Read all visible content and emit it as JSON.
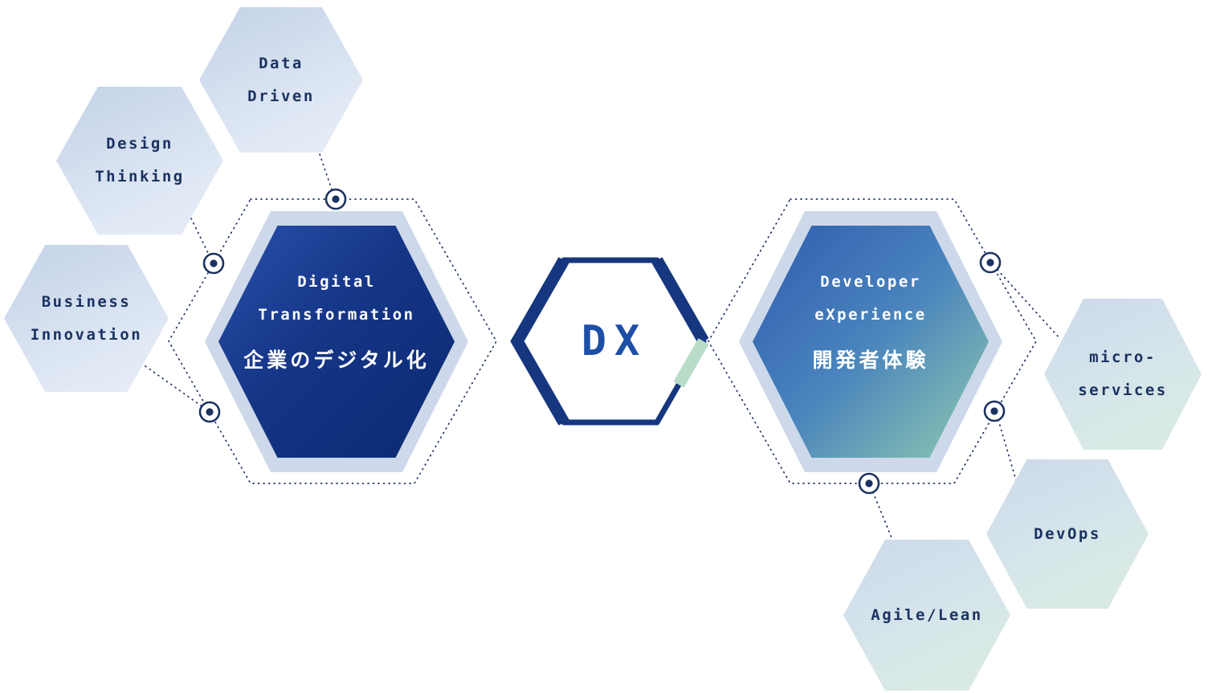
{
  "diagram": {
    "dx": {
      "label": "DX"
    },
    "left_core": {
      "line1": "Digital",
      "line2": "Transformation",
      "subtitle": "企業のデジタル化"
    },
    "left_satellites": [
      {
        "line1": "Data",
        "line2": "Driven"
      },
      {
        "line1": "Design",
        "line2": "Thinking"
      },
      {
        "line1": "Business",
        "line2": "Innovation"
      }
    ],
    "right_core": {
      "line1": "Developer",
      "line2": "eXperience",
      "subtitle": "開発者体験"
    },
    "right_satellites": [
      {
        "line1": "micro-",
        "line2": "services"
      },
      {
        "line1": "DevOps",
        "line2": ""
      },
      {
        "line1": "Agile/Lean",
        "line2": ""
      }
    ],
    "colors": {
      "navy": "#1b3261",
      "core_left_from": "#2a51ab",
      "core_left_to": "#0b2a72",
      "core_right_from": "#2f5cb0",
      "core_right_to": "#8fcbb0",
      "hex_frame": "#cdd9ea",
      "satellite_from": "#c3d2e8",
      "satellite_to": "#e9eef7",
      "satellite_green": "#d9ecdf",
      "dx_text": "#1e4fa6",
      "dx_accent_green": "#b9dcc9"
    }
  }
}
